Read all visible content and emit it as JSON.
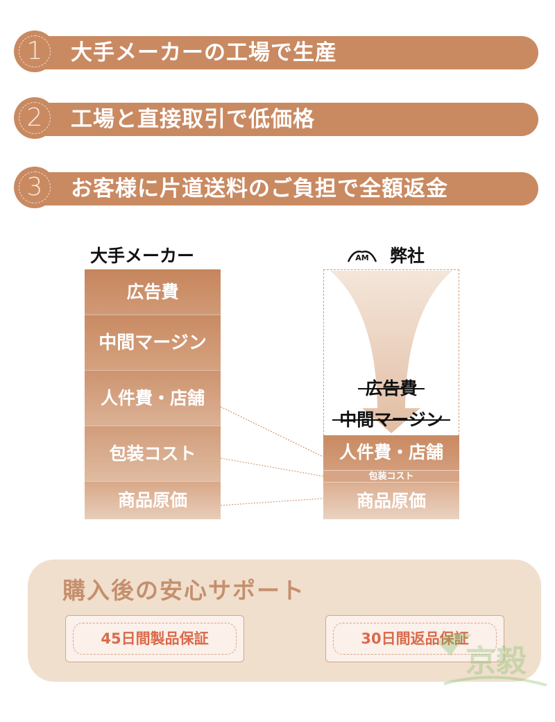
{
  "features": [
    {
      "num": "1",
      "text": "大手メーカーの工場で生産"
    },
    {
      "num": "2",
      "text": "工場と直接取引で低価格"
    },
    {
      "num": "3",
      "text": "お客様に片道送料のご負担で全額返金"
    }
  ],
  "comparison": {
    "left_title": "大手メーカー",
    "left_items": [
      "広告費",
      "中間マージン",
      "人件費・店舗",
      "包装コスト",
      "商品原価"
    ],
    "right_logo": "AM",
    "right_title": "弊社",
    "right_struck": [
      "広告費",
      "中間マージン"
    ],
    "right_items": [
      "人件費・店舗",
      "包装コスト",
      "商品原価"
    ]
  },
  "support": {
    "title": "購入後の安心サポート",
    "badges": [
      "45日間製品保証",
      "30日間返品保証"
    ]
  },
  "watermark_text": "京毅",
  "colors": {
    "brand": "#c98a62",
    "brand_light": "#f0dfcd",
    "badge_text": "#d96a4a",
    "support_title": "#c58f6d"
  }
}
